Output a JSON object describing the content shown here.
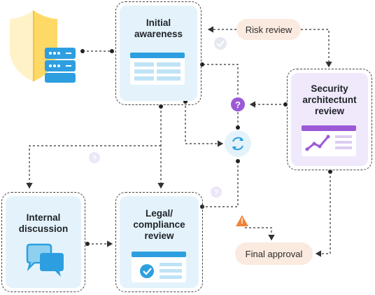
{
  "nodes": {
    "initial_awareness": "Initial\nawareness",
    "security_review": "Security\narchitectunt\nreview",
    "internal_discussion": "Internal\ndiscussion",
    "legal_review": "Legal/\ncompliance\nreview"
  },
  "pills": {
    "risk_review": "Risk review",
    "final_approval": "Final approval"
  },
  "badges": {
    "question": "?",
    "warning": "!"
  },
  "colors": {
    "node_blue": "#e4f3fb",
    "node_purple": "#efe9fb",
    "pill_bg": "#fbeadf",
    "accent_purple": "#9b59d6",
    "accent_blue": "#2d9fe0",
    "warning_orange": "#f0833a",
    "shield_yellow": "#ffd966"
  },
  "icons": [
    "shield-icon",
    "server-icon",
    "check-icon",
    "question-icon",
    "refresh-icon",
    "warning-icon",
    "chat-bubbles-icon",
    "trend-chart-icon"
  ]
}
